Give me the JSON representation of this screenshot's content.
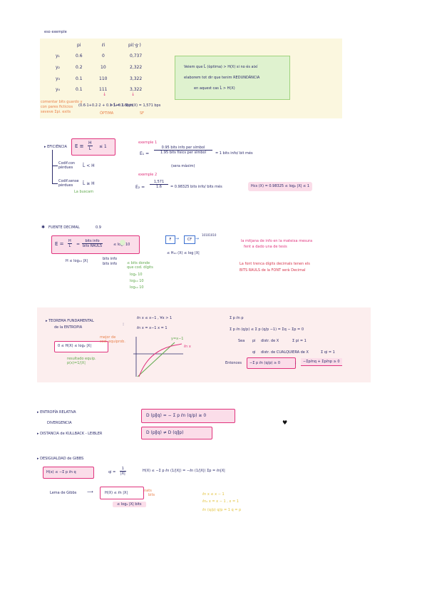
{
  "top_label": "eso exemple",
  "table": {
    "headers": [
      "pi",
      "ℓi",
      "pi(·g·)"
    ],
    "rows": [
      {
        "sym": "y₁",
        "p": "0.6",
        "l": "0",
        "v": "0,737"
      },
      {
        "sym": "y₂",
        "p": "0.2",
        "l": "10",
        "v": "2,322"
      },
      {
        "sym": "y₃",
        "p": "0.1",
        "l": "110",
        "v": "3,322"
      },
      {
        "sym": "y₄",
        "p": "0.1",
        "l": "111",
        "v": "3,322"
      }
    ],
    "left_note": [
      "comentar bits guardo y",
      "con pares ficticios",
      "seveve Σpi. exits"
    ],
    "sum_expr": "(0.6·1+0.2·2 + 0.1·3+0.1·3)",
    "sum_result": "= L̄ = 1.6bps",
    "optima": "ÓPTIMA",
    "h_result": "H(X) = 1,571 bps",
    "sf": "SF",
    "note_box": [
      "Veiem que L̄ (òptima) > H(X) si no és així",
      "elaborem tot dir que tenim REDUNDÀNCIA",
      "en aquest cas L̄ > H(X)"
    ]
  },
  "efficiency": {
    "label": "EFICIÈNCIA",
    "formula_lhs": "E ≡",
    "num": "H",
    "den": "L̄",
    "rhs": "≤ 1",
    "branch1": [
      "Codif.con",
      "pèrdues"
    ],
    "branch1_rel": "L̄ < H",
    "branch2": [
      "Codif.sense",
      "pèrdues"
    ],
    "branch2_rel": "L̄ ≥ H",
    "sub": "La buscam",
    "ex1_label": "exemple 1",
    "ex1_lhs": "E₁ =",
    "ex1_num": "0.95 bits info per símbol",
    "ex1_den": "1.95 bits físics per símbol",
    "ex1_den_note": "(sera màxim)",
    "ex1_rhs": "= 1 bits info/ bit més",
    "ex2_label": "exemple 2",
    "ex2_lhs": "E₂ =",
    "ex2_num": "1,571",
    "ex2_den": "1.6",
    "ex2_rhs": "= 0.98325 bits info/ bits més",
    "ex2_box": "Hcs (X) = 0.98325 ≤ log₂ |X| ≤ 1"
  },
  "decimal": {
    "title": "FUENTE DECIMAL",
    "title_num": "0.9",
    "f_lhs": "E =",
    "f_num1": "H",
    "f_den1": "L̄",
    "f_num2": "bits info",
    "f_den2": "bits RAULS",
    "f_rhs": "≤ log₂ 10",
    "under_lhs": "H ≤ log₁₀ |X|",
    "under_num": "bits info",
    "under_den": "bits info",
    "green_note": [
      "≤ bits donde",
      "que cod. dígits"
    ],
    "logs": [
      "log₂ 10",
      "log₁₀ 10",
      "log₁₀ 10"
    ],
    "diag_f": "F",
    "diag_cf": "CF",
    "diag_out": "10101010",
    "diag_sub": "≤ H₁₀ (X) ≤ log |X|",
    "pink_note": [
      "la mitjana de info en la mateixa mesura",
      "fent a dado una de tesis"
    ],
    "red_note": [
      "La font trenca dígits decimals tenen els",
      "BITS RAULS de la FONT serà Decimal"
    ]
  },
  "theorem": {
    "title": [
      "TEOREMA FUNDAMENTAL",
      "de la ENTROPIA"
    ],
    "colon": ":",
    "box": "0 ≤ H(X) ≤ log₂ |X|",
    "orange_note": [
      "mejor de",
      "cod. equiprob."
    ],
    "green_note": [
      "resultado equip.",
      "p(x)=1/|X|"
    ],
    "ln1": "ℓn x ≤ x−1 , ∀x > 1",
    "ln2": "ℓn x = x−1       x = 1",
    "graph_y": "y=x−1",
    "graph_ln": "ℓn x",
    "r1": "Σ p ℓn p",
    "r2": "Σ p ℓn (q/p) ≤ Σ p (q/p −1) = Σq − Σp = 0",
    "r3a": "Sea",
    "r3b": "pi",
    "r3c": "distr. de X",
    "r3d": "Σ pi = 1",
    "r4a": "qi",
    "r4b": "distr. de CUALQUIERA de X",
    "r4c": "Σ qi = 1",
    "r5a": "Entonces",
    "r5b": "−Σ p ℓn (q/p) ≥ 0",
    "r5c": "−Σpℓnq + Σpℓnp ≥ 0"
  },
  "relative": {
    "item1": "ENTROPÍA RELATIVA",
    "item1b": "DIVERGENCIA",
    "item2": "DISTANCIA de KULLBACK - LEIBLER",
    "box1": "D (p‖q) = − Σ p ℓn (q/p) ≥ 0",
    "box2": "D (p‖q) ≠ D (q‖p)"
  },
  "gibbs": {
    "title": "DESIGUALDAD de GIBBS",
    "box": "H(x) ≤ −Σ p ℓn q",
    "q_eq": "qi =",
    "q_num": "1",
    "q_den": "|X|",
    "rhs": "H(X) ≤ −Σ p ℓn (1/|X|) = −ℓn (1/|X|) Σp = ℓn|X|",
    "arrow_label": "Lema de Gibbs",
    "box2": "H(X) ≤ ℓn |X|",
    "box2_note": [
      "nats",
      "bits"
    ],
    "under": "≤ log₂ |X| bits",
    "y1": "ℓn x ≤ x − 1",
    "y2": "ℓn₂ x = x − 1 ,   x = 1",
    "y3": "ℓn (q/p)      q/p = 1    q = p"
  }
}
